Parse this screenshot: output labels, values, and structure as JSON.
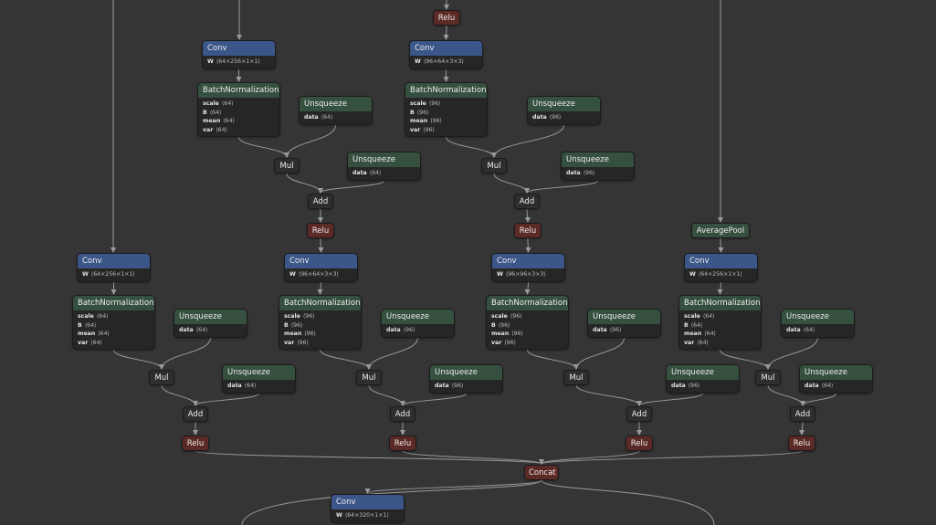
{
  "nodes": [
    {
      "id": "relu_top",
      "type": "act",
      "title": "Relu",
      "attrs": []
    },
    {
      "id": "conv_a",
      "type": "layer",
      "title": "Conv",
      "attrs": [
        {
          "k": "W",
          "v": "⟨64×256×1×1⟩"
        }
      ]
    },
    {
      "id": "bn_a",
      "type": "norm",
      "title": "BatchNormalization",
      "attrs": [
        {
          "k": "scale",
          "v": "⟨64⟩"
        },
        {
          "k": "B",
          "v": "⟨64⟩"
        },
        {
          "k": "mean",
          "v": "⟨64⟩"
        },
        {
          "k": "var",
          "v": "⟨64⟩"
        }
      ]
    },
    {
      "id": "unsq_a1",
      "type": "norm",
      "title": "Unsqueeze",
      "attrs": [
        {
          "k": "data",
          "v": "⟨64⟩"
        }
      ]
    },
    {
      "id": "mul_a",
      "type": "op",
      "title": "Mul",
      "attrs": []
    },
    {
      "id": "unsq_a2",
      "type": "norm",
      "title": "Unsqueeze",
      "attrs": [
        {
          "k": "data",
          "v": "⟨64⟩"
        }
      ]
    },
    {
      "id": "add_a",
      "type": "op",
      "title": "Add",
      "attrs": []
    },
    {
      "id": "relu_a",
      "type": "act",
      "title": "Relu",
      "attrs": []
    },
    {
      "id": "conv_b",
      "type": "layer",
      "title": "Conv",
      "attrs": [
        {
          "k": "W",
          "v": "⟨96×64×3×3⟩"
        }
      ]
    },
    {
      "id": "bn_b",
      "type": "norm",
      "title": "BatchNormalization",
      "attrs": [
        {
          "k": "scale",
          "v": "⟨96⟩"
        },
        {
          "k": "B",
          "v": "⟨96⟩"
        },
        {
          "k": "mean",
          "v": "⟨96⟩"
        },
        {
          "k": "var",
          "v": "⟨96⟩"
        }
      ]
    },
    {
      "id": "unsq_b1",
      "type": "norm",
      "title": "Unsqueeze",
      "attrs": [
        {
          "k": "data",
          "v": "⟨96⟩"
        }
      ]
    },
    {
      "id": "mul_b",
      "type": "op",
      "title": "Mul",
      "attrs": []
    },
    {
      "id": "unsq_b2",
      "type": "norm",
      "title": "Unsqueeze",
      "attrs": [
        {
          "k": "data",
          "v": "⟨96⟩"
        }
      ]
    },
    {
      "id": "add_b",
      "type": "op",
      "title": "Add",
      "attrs": []
    },
    {
      "id": "relu_b",
      "type": "act",
      "title": "Relu",
      "attrs": []
    },
    {
      "id": "avgpool",
      "type": "pool",
      "title": "AveragePool",
      "attrs": []
    },
    {
      "id": "conv_1",
      "type": "layer",
      "title": "Conv",
      "attrs": [
        {
          "k": "W",
          "v": "⟨64×256×1×1⟩"
        }
      ]
    },
    {
      "id": "bn_1",
      "type": "norm",
      "title": "BatchNormalization",
      "attrs": [
        {
          "k": "scale",
          "v": "⟨64⟩"
        },
        {
          "k": "B",
          "v": "⟨64⟩"
        },
        {
          "k": "mean",
          "v": "⟨64⟩"
        },
        {
          "k": "var",
          "v": "⟨64⟩"
        }
      ]
    },
    {
      "id": "unsq_11",
      "type": "norm",
      "title": "Unsqueeze",
      "attrs": [
        {
          "k": "data",
          "v": "⟨64⟩"
        }
      ]
    },
    {
      "id": "mul_1",
      "type": "op",
      "title": "Mul",
      "attrs": []
    },
    {
      "id": "unsq_12",
      "type": "norm",
      "title": "Unsqueeze",
      "attrs": [
        {
          "k": "data",
          "v": "⟨64⟩"
        }
      ]
    },
    {
      "id": "add_1",
      "type": "op",
      "title": "Add",
      "attrs": []
    },
    {
      "id": "relu_1",
      "type": "act",
      "title": "Relu",
      "attrs": []
    },
    {
      "id": "conv_2",
      "type": "layer",
      "title": "Conv",
      "attrs": [
        {
          "k": "W",
          "v": "⟨96×64×3×3⟩"
        }
      ]
    },
    {
      "id": "bn_2",
      "type": "norm",
      "title": "BatchNormalization",
      "attrs": [
        {
          "k": "scale",
          "v": "⟨96⟩"
        },
        {
          "k": "B",
          "v": "⟨96⟩"
        },
        {
          "k": "mean",
          "v": "⟨96⟩"
        },
        {
          "k": "var",
          "v": "⟨96⟩"
        }
      ]
    },
    {
      "id": "unsq_21",
      "type": "norm",
      "title": "Unsqueeze",
      "attrs": [
        {
          "k": "data",
          "v": "⟨96⟩"
        }
      ]
    },
    {
      "id": "mul_2",
      "type": "op",
      "title": "Mul",
      "attrs": []
    },
    {
      "id": "unsq_22",
      "type": "norm",
      "title": "Unsqueeze",
      "attrs": [
        {
          "k": "data",
          "v": "⟨96⟩"
        }
      ]
    },
    {
      "id": "add_2",
      "type": "op",
      "title": "Add",
      "attrs": []
    },
    {
      "id": "relu_2",
      "type": "act",
      "title": "Relu",
      "attrs": []
    },
    {
      "id": "conv_3",
      "type": "layer",
      "title": "Conv",
      "attrs": [
        {
          "k": "W",
          "v": "⟨96×96×3×3⟩"
        }
      ]
    },
    {
      "id": "bn_3",
      "type": "norm",
      "title": "BatchNormalization",
      "attrs": [
        {
          "k": "scale",
          "v": "⟨96⟩"
        },
        {
          "k": "B",
          "v": "⟨96⟩"
        },
        {
          "k": "mean",
          "v": "⟨96⟩"
        },
        {
          "k": "var",
          "v": "⟨96⟩"
        }
      ]
    },
    {
      "id": "unsq_31",
      "type": "norm",
      "title": "Unsqueeze",
      "attrs": [
        {
          "k": "data",
          "v": "⟨96⟩"
        }
      ]
    },
    {
      "id": "mul_3",
      "type": "op",
      "title": "Mul",
      "attrs": []
    },
    {
      "id": "unsq_32",
      "type": "norm",
      "title": "Unsqueeze",
      "attrs": [
        {
          "k": "data",
          "v": "⟨96⟩"
        }
      ]
    },
    {
      "id": "add_3",
      "type": "op",
      "title": "Add",
      "attrs": []
    },
    {
      "id": "relu_3",
      "type": "act",
      "title": "Relu",
      "attrs": []
    },
    {
      "id": "conv_4",
      "type": "layer",
      "title": "Conv",
      "attrs": [
        {
          "k": "W",
          "v": "⟨64×256×1×1⟩"
        }
      ]
    },
    {
      "id": "bn_4",
      "type": "norm",
      "title": "BatchNormalization",
      "attrs": [
        {
          "k": "scale",
          "v": "⟨64⟩"
        },
        {
          "k": "B",
          "v": "⟨64⟩"
        },
        {
          "k": "mean",
          "v": "⟨64⟩"
        },
        {
          "k": "var",
          "v": "⟨64⟩"
        }
      ]
    },
    {
      "id": "unsq_41",
      "type": "norm",
      "title": "Unsqueeze",
      "attrs": [
        {
          "k": "data",
          "v": "⟨64⟩"
        }
      ]
    },
    {
      "id": "mul_4",
      "type": "op",
      "title": "Mul",
      "attrs": []
    },
    {
      "id": "unsq_42",
      "type": "norm",
      "title": "Unsqueeze",
      "attrs": [
        {
          "k": "data",
          "v": "⟨64⟩"
        }
      ]
    },
    {
      "id": "add_4",
      "type": "op",
      "title": "Add",
      "attrs": []
    },
    {
      "id": "relu_4",
      "type": "act",
      "title": "Relu",
      "attrs": []
    },
    {
      "id": "concat",
      "type": "act",
      "title": "Concat",
      "attrs": []
    },
    {
      "id": "conv_out",
      "type": "layer",
      "title": "Conv",
      "attrs": [
        {
          "k": "W",
          "v": "⟨64×320×1×1⟩"
        }
      ]
    }
  ],
  "edges": [
    [
      "relu_top",
      "conv_b"
    ],
    [
      "conv_a",
      "bn_a"
    ],
    [
      "bn_a",
      "mul_a"
    ],
    [
      "unsq_a1",
      "mul_a"
    ],
    [
      "mul_a",
      "add_a"
    ],
    [
      "unsq_a2",
      "add_a"
    ],
    [
      "add_a",
      "relu_a"
    ],
    [
      "relu_a",
      "conv_2"
    ],
    [
      "conv_b",
      "bn_b"
    ],
    [
      "bn_b",
      "mul_b"
    ],
    [
      "unsq_b1",
      "mul_b"
    ],
    [
      "mul_b",
      "add_b"
    ],
    [
      "unsq_b2",
      "add_b"
    ],
    [
      "add_b",
      "relu_b"
    ],
    [
      "relu_b",
      "conv_3"
    ],
    [
      "avgpool",
      "conv_4"
    ],
    [
      "conv_1",
      "bn_1"
    ],
    [
      "bn_1",
      "mul_1"
    ],
    [
      "unsq_11",
      "mul_1"
    ],
    [
      "mul_1",
      "add_1"
    ],
    [
      "unsq_12",
      "add_1"
    ],
    [
      "add_1",
      "relu_1"
    ],
    [
      "relu_1",
      "concat"
    ],
    [
      "conv_2",
      "bn_2"
    ],
    [
      "bn_2",
      "mul_2"
    ],
    [
      "unsq_21",
      "mul_2"
    ],
    [
      "mul_2",
      "add_2"
    ],
    [
      "unsq_22",
      "add_2"
    ],
    [
      "add_2",
      "relu_2"
    ],
    [
      "relu_2",
      "concat"
    ],
    [
      "conv_3",
      "bn_3"
    ],
    [
      "bn_3",
      "mul_3"
    ],
    [
      "unsq_31",
      "mul_3"
    ],
    [
      "mul_3",
      "add_3"
    ],
    [
      "unsq_32",
      "add_3"
    ],
    [
      "add_3",
      "relu_3"
    ],
    [
      "relu_3",
      "concat"
    ],
    [
      "conv_4",
      "bn_4"
    ],
    [
      "bn_4",
      "mul_4"
    ],
    [
      "unsq_41",
      "mul_4"
    ],
    [
      "mul_4",
      "add_4"
    ],
    [
      "unsq_42",
      "add_4"
    ],
    [
      "add_4",
      "relu_4"
    ],
    [
      "relu_4",
      "concat"
    ],
    [
      "concat",
      "conv_out"
    ]
  ]
}
